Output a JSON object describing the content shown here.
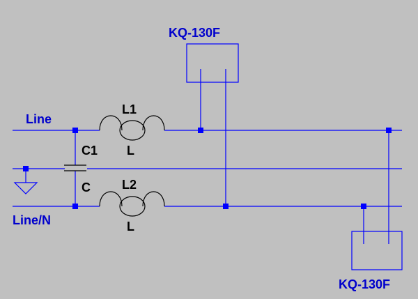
{
  "colors": {
    "background": "#c0c0c0",
    "wire": "#0000ff",
    "net_label": "#0000cc",
    "component": "#000000"
  },
  "net_labels": {
    "line": "Line",
    "line_n": "Line/N"
  },
  "components": {
    "capacitor": {
      "name": "C1",
      "value": "C"
    },
    "inductor_top": {
      "name": "L1",
      "value": "L"
    },
    "inductor_bottom": {
      "name": "L2",
      "value": "L"
    },
    "module_top": {
      "label": "KQ-130F"
    },
    "module_bottom": {
      "label": "KQ-130F"
    }
  },
  "symbols": {
    "ground": "ground-icon"
  }
}
